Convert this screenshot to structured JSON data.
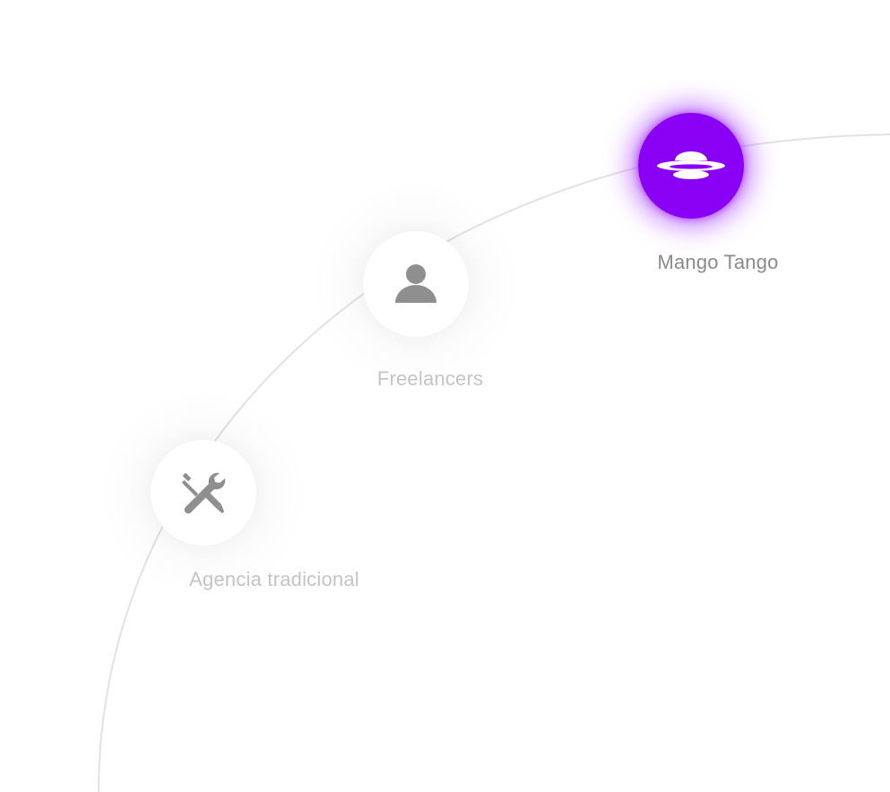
{
  "colors": {
    "accent": "#8a00f5",
    "icon_gray": "#8f8f8f",
    "label_muted": "#c4c4c4",
    "label_active": "#8a8a8a",
    "arc": "#e2e2e2"
  },
  "nodes": [
    {
      "id": "agencia",
      "label": "Agencia tradicional",
      "icon": "wrench-screwdriver-icon",
      "active": false
    },
    {
      "id": "freelancers",
      "label": "Freelancers",
      "icon": "user-icon",
      "active": false
    },
    {
      "id": "mango",
      "label": "Mango Tango",
      "icon": "ufo-icon",
      "active": true
    }
  ]
}
